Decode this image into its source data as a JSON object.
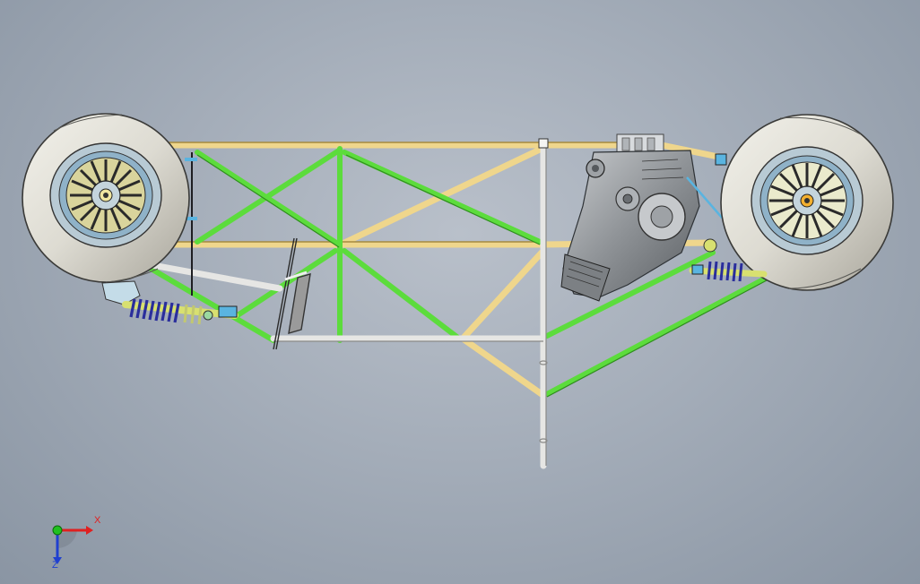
{
  "viewport": {
    "background_colors": [
      "#b9c0ca",
      "#a4adb9",
      "#8a95a3"
    ]
  },
  "model": {
    "components": [
      "left-wheel",
      "right-wheel",
      "chassis-frame",
      "engine",
      "front-suspension",
      "rear-suspension",
      "seat-frame"
    ],
    "colors": {
      "tube_yellow": "#f0d890",
      "tube_green": "#5cdc3c",
      "tube_white": "#e4e4e4",
      "tire": "#e2e0d8",
      "rim": "#a8c6d6",
      "spring_blue": "#2a2e9c",
      "spring_yellow": "#d8e070",
      "engine": "#8e9296",
      "accent_cyan": "#5ab4e0"
    }
  },
  "triad": {
    "x_label": "X",
    "z_label": "Z",
    "x_color": "#e02020",
    "y_color": "#20c020",
    "z_color": "#2040d0"
  }
}
